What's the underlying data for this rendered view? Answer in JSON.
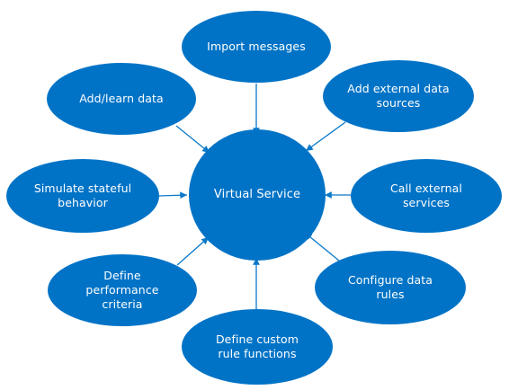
{
  "colors": {
    "node_fill": "#0073c6",
    "text": "#ffffff",
    "arrow": "#0a79c8"
  },
  "center": {
    "label": "Virtual Service"
  },
  "nodes": [
    {
      "label": "Import messages"
    },
    {
      "label": "Add external data\nsources"
    },
    {
      "label": "Call external\nservices"
    },
    {
      "label": "Configure data\nrules"
    },
    {
      "label": "Define custom\nrule functions"
    },
    {
      "label": "Define\nperformance\ncriteria"
    },
    {
      "label": "Simulate stateful\nbehavior"
    },
    {
      "label": "Add/learn data"
    }
  ]
}
